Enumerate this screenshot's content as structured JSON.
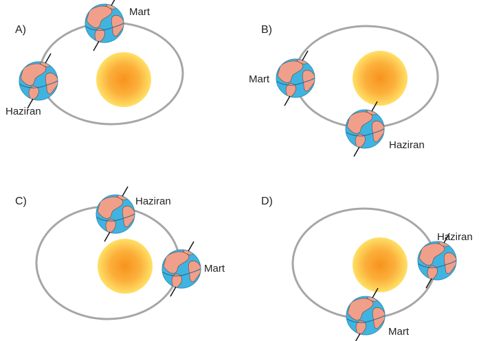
{
  "options": [
    {
      "letter": "A)",
      "earth_labels": [
        "Mart",
        "Haziran"
      ]
    },
    {
      "letter": "B)",
      "earth_labels": [
        "Mart",
        "Haziran"
      ]
    },
    {
      "letter": "C)",
      "earth_labels": [
        "Haziran",
        "Mart"
      ]
    },
    {
      "letter": "D)",
      "earth_labels": [
        "Haziran",
        "Mart"
      ]
    }
  ],
  "colors": {
    "orbit": "#a6a6a6",
    "ocean": "#3fb4e0",
    "land": "#f0a08a",
    "sun_core": "#f7931e",
    "sun_edge": "#ffd24a"
  },
  "icons": [
    "sun-icon",
    "earth-globe-icon"
  ]
}
